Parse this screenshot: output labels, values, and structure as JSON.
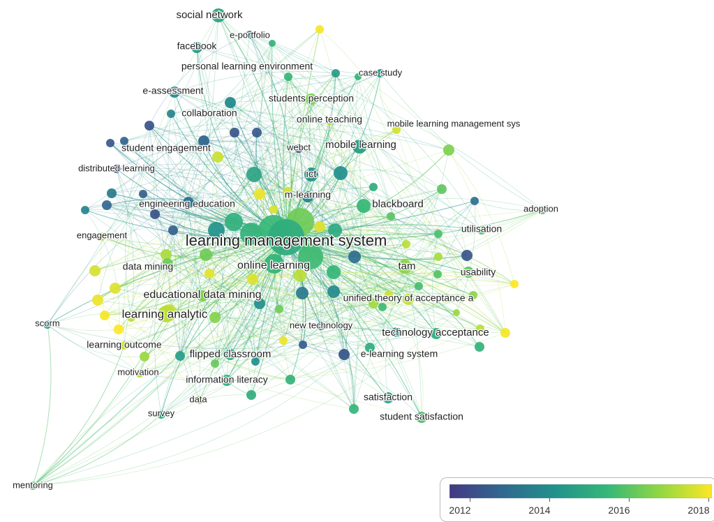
{
  "legend": {
    "colors": [
      "#443983",
      "#31688e",
      "#21918c",
      "#35b779",
      "#90d743",
      "#fde725"
    ],
    "ticks": [
      "2012",
      "2014",
      "2016",
      "2018"
    ],
    "range": [
      2011.8,
      2018.4
    ]
  },
  "nodes": [
    {
      "label": "learning management system",
      "year": 2015.4,
      "weight": 10
    },
    {
      "label": "social network",
      "year": 2015.1,
      "weight": 4
    },
    {
      "label": "e-portfolio",
      "year": 2014.2,
      "weight": 2
    },
    {
      "label": "facebook",
      "year": 2014.8,
      "weight": 3
    },
    {
      "label": "personal learning environment",
      "year": 2015.8,
      "weight": 2
    },
    {
      "label": "case study",
      "year": 2014.6,
      "weight": 2
    },
    {
      "label": "e-assessment",
      "year": 2014.3,
      "weight": 3
    },
    {
      "label": "students perception",
      "year": 2016.8,
      "weight": 3
    },
    {
      "label": "collaboration",
      "year": 2014.2,
      "weight": 3
    },
    {
      "label": "online teaching",
      "year": 2017.6,
      "weight": 2
    },
    {
      "label": "mobile learning management sys",
      "year": 2017.9,
      "weight": 2
    },
    {
      "label": "student engagement",
      "year": 2013.1,
      "weight": 3
    },
    {
      "label": "webct",
      "year": 2012.5,
      "weight": 2
    },
    {
      "label": "mobile learning",
      "year": 2014.9,
      "weight": 4
    },
    {
      "label": "distributed learning",
      "year": 2012.3,
      "weight": 2
    },
    {
      "label": "ict",
      "year": 2014.5,
      "weight": 4
    },
    {
      "label": "m-learning",
      "year": 2014.0,
      "weight": 3
    },
    {
      "label": "blackboard",
      "year": 2015.8,
      "weight": 4
    },
    {
      "label": "adoption",
      "year": 2016.3,
      "weight": 2
    },
    {
      "label": "engineering education",
      "year": 2013.4,
      "weight": 3
    },
    {
      "label": "utilisation",
      "year": 2016.1,
      "weight": 2
    },
    {
      "label": "engagement",
      "year": 2017.7,
      "weight": 2
    },
    {
      "label": "data mining",
      "year": 2016.6,
      "weight": 3
    },
    {
      "label": "online learning",
      "year": 2015.7,
      "weight": 6
    },
    {
      "label": "tam",
      "year": 2017.0,
      "weight": 4
    },
    {
      "label": "usability",
      "year": 2016.4,
      "weight": 3
    },
    {
      "label": "educational data mining",
      "year": 2016.8,
      "weight": 3
    },
    {
      "label": "unified theory of acceptance a",
      "year": 2017.7,
      "weight": 3
    },
    {
      "label": "learning analytic",
      "year": 2017.6,
      "weight": 5
    },
    {
      "label": "scorm",
      "year": 2014.6,
      "weight": 2
    },
    {
      "label": "new technology",
      "year": 2013.1,
      "weight": 2
    },
    {
      "label": "technology acceptance",
      "year": 2015.5,
      "weight": 3
    },
    {
      "label": "learning outcome",
      "year": 2017.8,
      "weight": 2
    },
    {
      "label": "flipped classroom",
      "year": 2015.2,
      "weight": 3
    },
    {
      "label": "e-learning system",
      "year": 2012.7,
      "weight": 3
    },
    {
      "label": "motivation",
      "year": 2017.5,
      "weight": 2
    },
    {
      "label": "information literacy",
      "year": 2015.5,
      "weight": 3
    },
    {
      "label": "satisfaction",
      "year": 2015.0,
      "weight": 3
    },
    {
      "label": "data",
      "year": 2017.2,
      "weight": 2
    },
    {
      "label": "survey",
      "year": 2015.1,
      "weight": 2
    },
    {
      "label": "student satisfaction",
      "year": 2016.1,
      "weight": 3
    },
    {
      "label": "mentoring",
      "year": 2015.9,
      "weight": 2
    }
  ]
}
